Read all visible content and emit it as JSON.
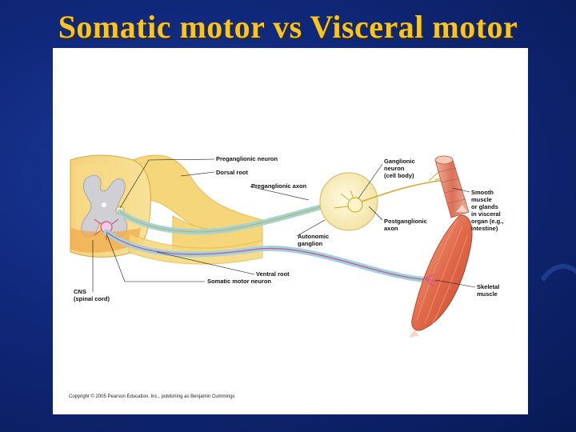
{
  "slide": {
    "title": "Somatic motor vs Visceral motor"
  },
  "figure": {
    "labels": {
      "preganglionic_neuron": "Preganglionic neuron",
      "dorsal_root": "Dorsal root",
      "preganglionic_axon": "Preganglionic axon",
      "ganglionic_neuron_1": "Ganglionic",
      "ganglionic_neuron_2": "neuron",
      "ganglionic_neuron_3": "(cell body)",
      "smooth_1": "Smooth",
      "smooth_2": "muscle",
      "smooth_3": "or glands",
      "smooth_4": "in visceral",
      "smooth_5": "organ (e.g.,",
      "smooth_6": "intestine)",
      "postganglionic_1": "Postganglionic",
      "postganglionic_2": "axon",
      "autonomic_1": "Autonomic",
      "autonomic_2": "ganglion",
      "ventral_root": "Ventral root",
      "somatic_motor_neuron": "Somatic motor neuron",
      "cns_1": "CNS",
      "cns_2": "(spinal cord)",
      "skeletal_1": "Skeletal",
      "skeletal_2": "muscle"
    },
    "copyright": "Copyright © 2005 Pearson Education, Inc., publishing as Benjamin Cummings"
  }
}
